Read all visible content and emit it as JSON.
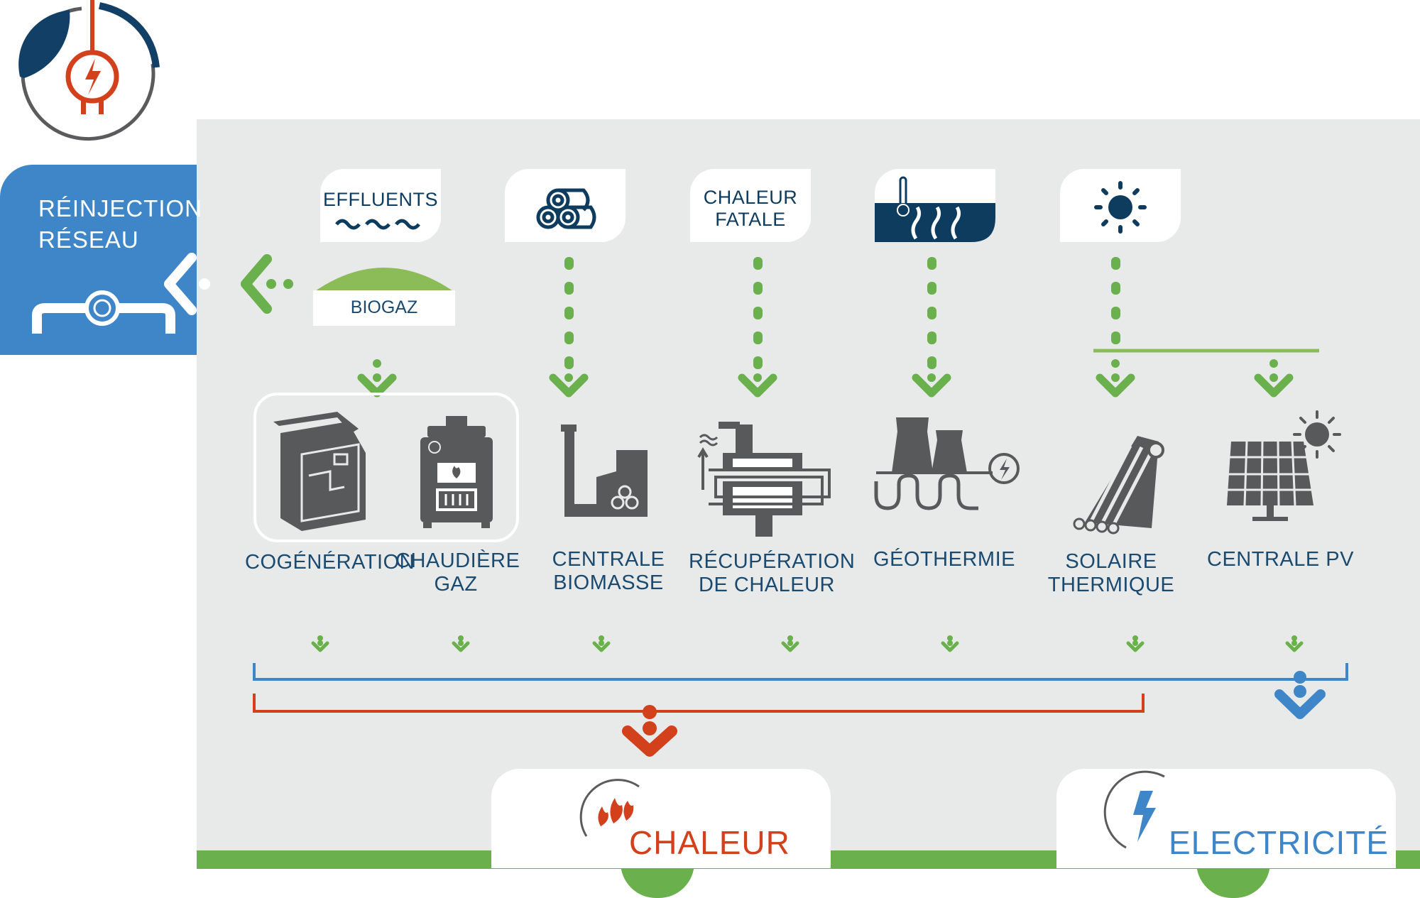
{
  "reinjection": {
    "line1": "RÉINJECTION",
    "line2": "RÉSEAU"
  },
  "sources": {
    "effluents": "EFFLUENTS",
    "chaleur_fatale_1": "CHALEUR",
    "chaleur_fatale_2": "FATALE",
    "biogaz": "BIOGAZ"
  },
  "producers": {
    "cogeneration": "COGÉNÉRATION",
    "chaudiere_1": "CHAUDIÈRE",
    "chaudiere_2": "GAZ",
    "biomasse_1": "CENTRALE",
    "biomasse_2": "BIOMASSE",
    "recup_1": "RÉCUPÉRATION",
    "recup_2": "DE CHALEUR",
    "geothermie": "GÉOTHERMIE",
    "solaire_1": "SOLAIRE",
    "solaire_2": "THERMIQUE",
    "pv": "CENTRALE PV"
  },
  "outputs": {
    "chaleur": "CHALEUR",
    "electricite": "ELECTRICITÉ"
  },
  "colors": {
    "panel": "#e8eae9",
    "green": "#6ab04c",
    "blue": "#3f86c9",
    "red": "#d2401c",
    "navy": "#0e3c5f",
    "icon_grey": "#58595b"
  }
}
